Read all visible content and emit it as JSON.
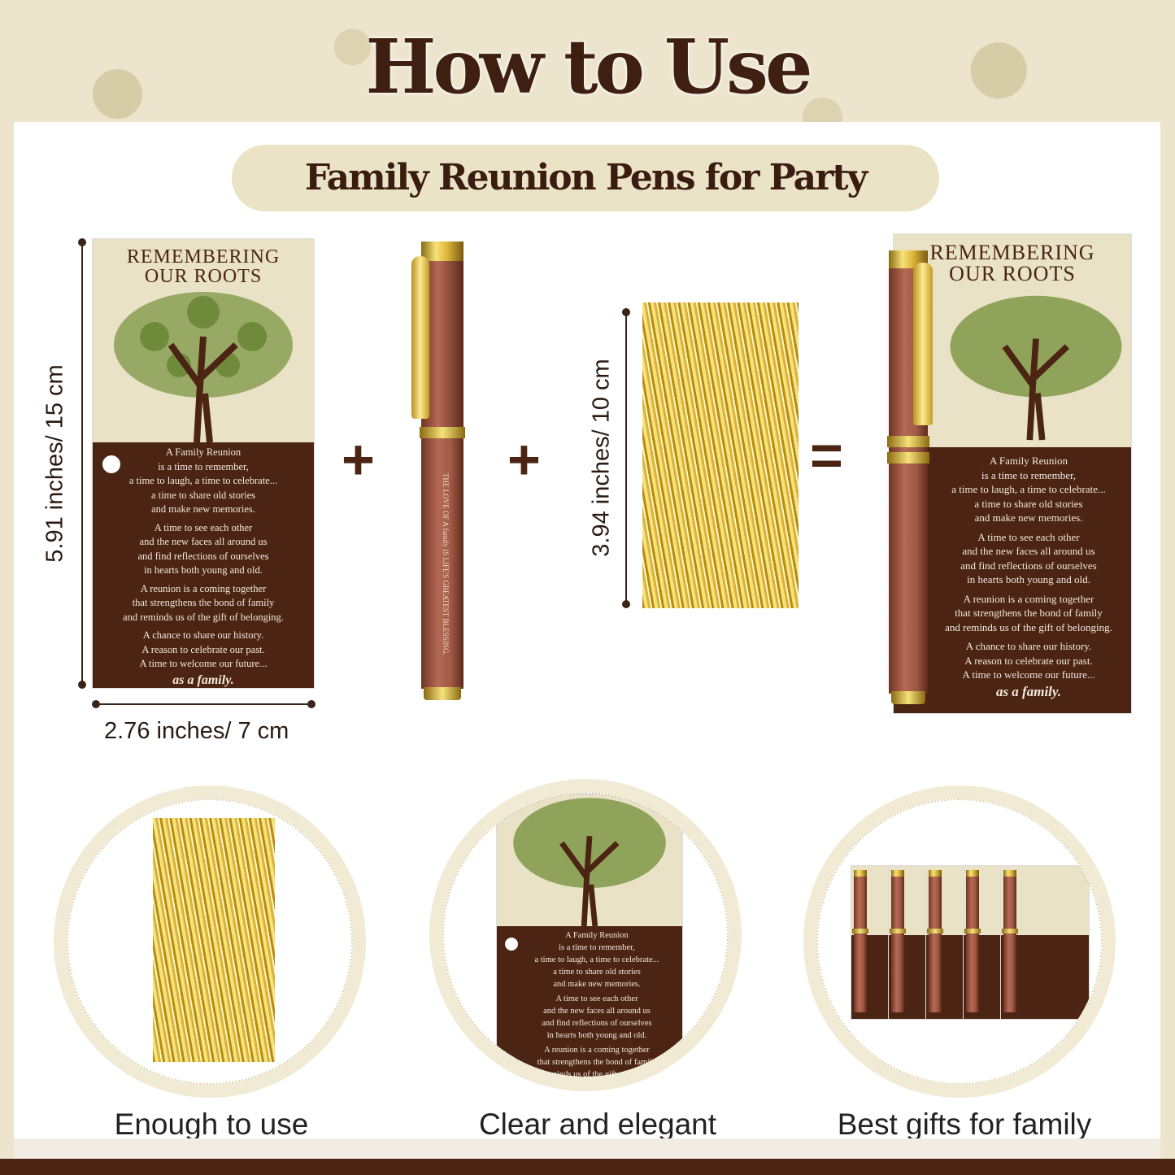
{
  "title": "How to Use",
  "subtitle": "Family Reunion Pens for Party",
  "card": {
    "heading_line1": "REMEMBERING",
    "heading_line2": "OUR ROOTS",
    "stanzas": [
      "A Family Reunion\nis a time to remember,\na time to laugh, a time to celebrate...\na time to share old stories\nand make new memories.",
      "A time to see each other\nand the new faces all around us\nand find reflections of ourselves\nin hearts both young and old.",
      "A reunion is a coming together\nthat strengthens the bond of family\nand reminds us of the gift of belonging.",
      "A chance to share our history.\nA reason to celebrate our past.\nA time to welcome our future..."
    ],
    "signature": "as a family."
  },
  "pen_engraving": "THE LOVE OF A family IS LIFE'S GREATEST BLESSING.",
  "dimensions": {
    "card_height": "5.91 inches/ 15 cm",
    "card_width": "2.76 inches/ 7 cm",
    "ties_height": "3.94 inches/ 10 cm"
  },
  "operators": {
    "plus": "+",
    "equals": "="
  },
  "features": [
    {
      "caption": "Enough to use"
    },
    {
      "caption": "Clear and elegant"
    },
    {
      "caption": "Best gifts for family"
    }
  ],
  "colors": {
    "brown": "#4b2414",
    "cream": "#e9e2c6",
    "gold": "#e0b83a"
  }
}
